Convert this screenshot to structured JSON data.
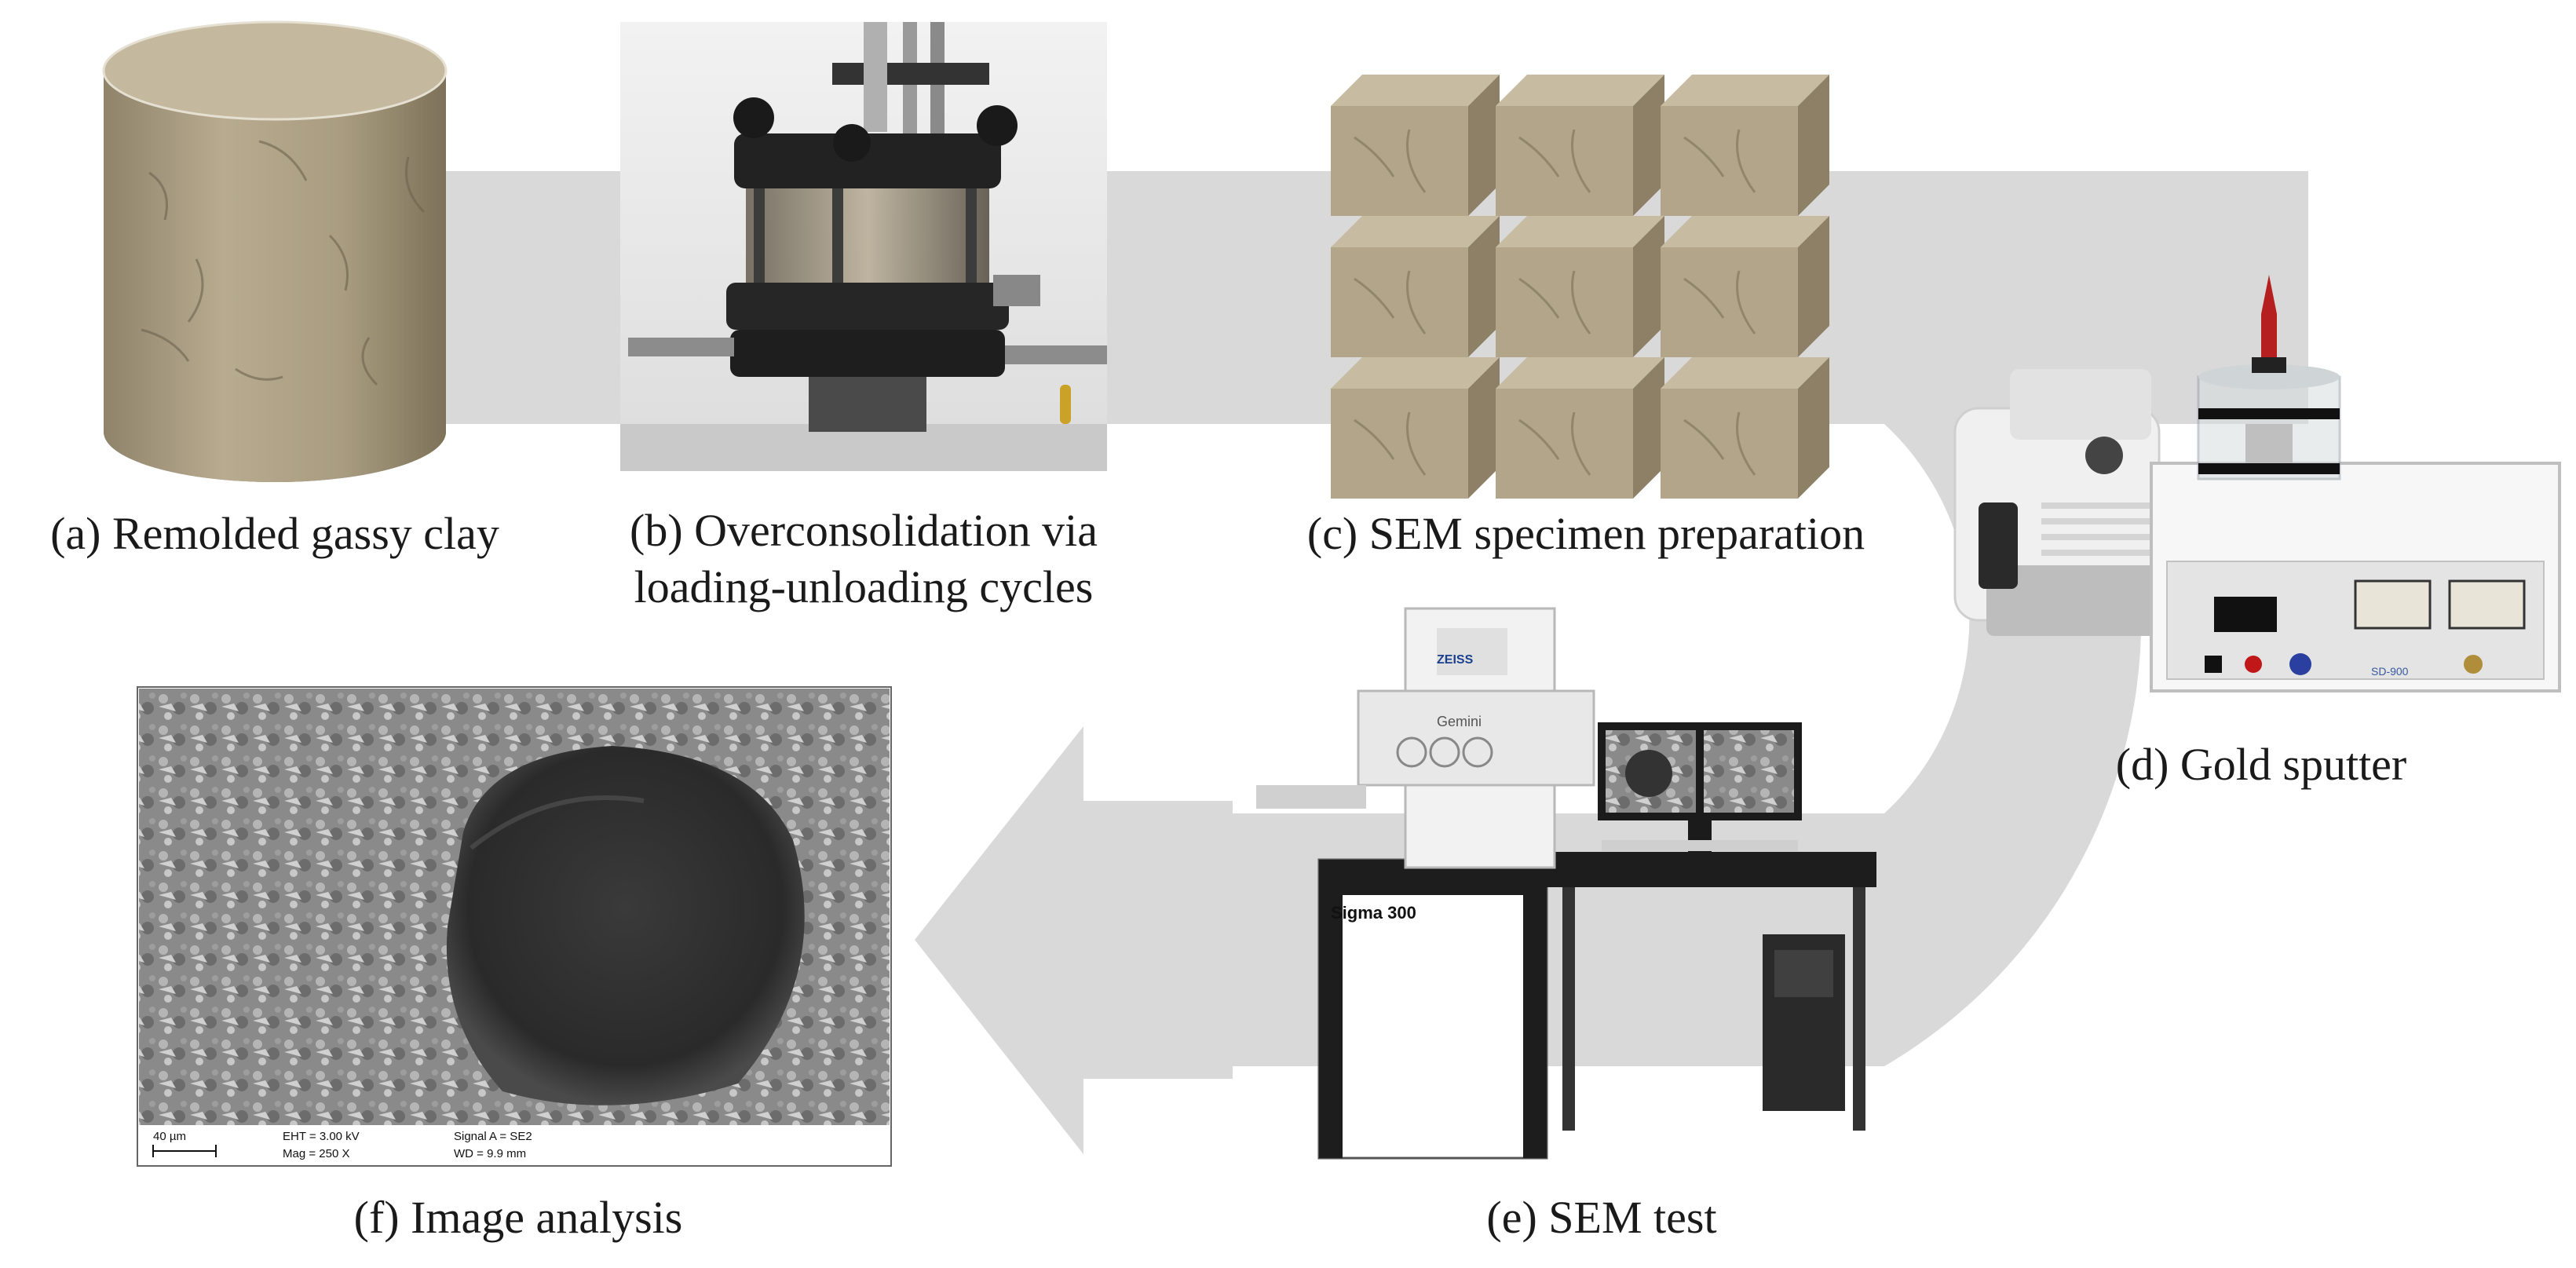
{
  "labels": {
    "a": "(a) Remolded gassy clay",
    "b_line1": "(b) Overconsolidation via",
    "b_line2": "loading-unloading cycles",
    "c": "(c) SEM specimen preparation",
    "d": "(d) Gold sputter",
    "e": "(e) SEM test",
    "f": "(f) Image analysis"
  },
  "sem_databar": {
    "scale": "40 µm",
    "eht": "EHT = 3.00 kV",
    "mag": "Mag =   250 X",
    "signal": "Signal A = SE2",
    "wd": "WD = 9.9 mm"
  },
  "equipment_text": {
    "sem_brand": "ZEISS",
    "sem_column": "Gemini",
    "sem_model": "Sigma 300",
    "sputter_model": "SD-900"
  },
  "colors": {
    "flow_arrow": "#d9d9d9",
    "clay": "#b3a58a",
    "clay_dark": "#8d8066",
    "sem_white": "#eeeeee",
    "desk": "#222222"
  },
  "icons": [
    "clay-cylinder-icon",
    "consolidometer-icon",
    "clay-cubes-icon",
    "gold-sputter-icon",
    "sem-microscope-icon",
    "sem-micrograph-icon",
    "flow-arrow-icon"
  ]
}
